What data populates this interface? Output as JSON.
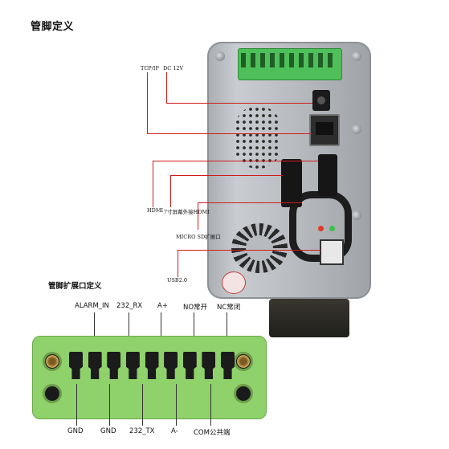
{
  "page": {
    "title": "管脚定义"
  },
  "device_photo": {
    "labels": {
      "tcp_ip": "TCP/IP",
      "dc": "DC 12V",
      "hdmi": "HDMI",
      "screen": "7寸屏幕外接HDMI",
      "micro_sd": "MICRO SD扩展口",
      "usb": "USB2.0"
    },
    "colors": {
      "leader_line": "#d11a1a",
      "terminal_green": "#4fbf5a",
      "body": "#b7babe"
    }
  },
  "expansion": {
    "title": "管脚扩展口定义",
    "top_labels": [
      "ALARM_IN",
      "232_RX",
      "A+",
      "NO常开",
      "NC常闭"
    ],
    "bottom_labels": [
      "GND",
      "GND",
      "232_TX",
      "A-",
      "COM公共端"
    ],
    "pin_count": 9,
    "colors": {
      "block": "#8fd16a",
      "pin": "#1b1b1b"
    }
  }
}
